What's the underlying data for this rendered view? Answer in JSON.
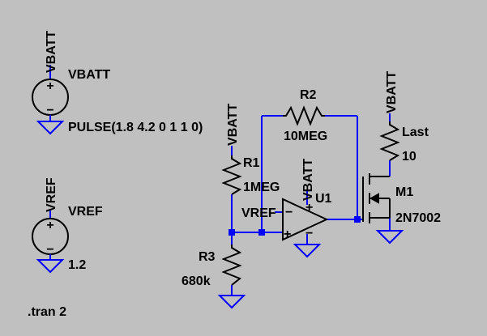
{
  "colors": {
    "background": "#c0c0c0",
    "wire": "#0000ff",
    "component": "#000000",
    "ground": "#0000ff",
    "text": "#000000"
  },
  "sources": {
    "vbatt": {
      "net_label": "VBATT",
      "name": "VBATT",
      "value": "PULSE(1.8 4.2 0 1 1 0)",
      "plus": "+",
      "minus": "−"
    },
    "vref": {
      "net_label": "VREF",
      "name": "VREF",
      "value": "1.2",
      "plus": "+",
      "minus": "−"
    }
  },
  "resistors": {
    "r1": {
      "name": "R1",
      "value": "1MEG",
      "net_label": "VBATT"
    },
    "r2": {
      "name": "R2",
      "value": "10MEG"
    },
    "r3": {
      "name": "R3",
      "value": "680k"
    },
    "load": {
      "name": "Last",
      "value": "10",
      "net_label": "VBATT"
    }
  },
  "opamp": {
    "name": "U1",
    "supply_label": "VBATT",
    "inv_net_label": "VREF",
    "minus": "−",
    "plus": "+",
    "pos_rail": "+",
    "neg_rail": "−"
  },
  "mosfet": {
    "name": "M1",
    "value": "2N7002"
  },
  "directive": ".tran 2"
}
